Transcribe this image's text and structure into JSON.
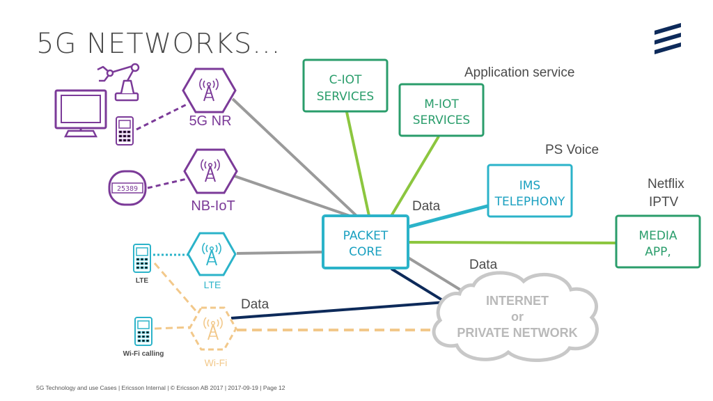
{
  "title": "5G NETWORKS...",
  "footer": "5G Technology and use Cases  |  Ericsson Internal  |  © Ericsson AB 2017  |  2017-09-19  |  Page 12",
  "colors": {
    "purple": "#7b3a98",
    "green": "#2a9d6b",
    "lime": "#8cc63f",
    "teal": "#2bb3c9",
    "navy": "#0d2a5a",
    "gray": "#9a9a9a",
    "wifi": "#f2c88a",
    "cloud": "#c8c8c8"
  },
  "nodes": {
    "nr": {
      "label": "5G NR",
      "icon": "antenna-icon"
    },
    "nbiot": {
      "label": "NB-IoT",
      "icon": "antenna-icon",
      "meter_digits": "25389"
    },
    "lte": {
      "label": "LTE",
      "device_label": "LTE",
      "icon": "antenna-icon"
    },
    "wifi": {
      "label": "Wi-Fi",
      "device_label": "Wi-Fi calling",
      "icon": "antenna-icon"
    }
  },
  "boxes": {
    "ciot": {
      "line1": "C-IOT",
      "line2": "SERVICES"
    },
    "miot": {
      "line1": "M-IOT",
      "line2": "SERVICES"
    },
    "ims": {
      "line1": "IMS",
      "line2": "TELEPHONY"
    },
    "media": {
      "line1": "MEDIA",
      "line2": "APP,"
    },
    "core": {
      "line1": "PACKET",
      "line2": "CORE"
    }
  },
  "cloud": {
    "line1": "INTERNET",
    "line2": "or",
    "line3": "PRIVATE NETWORK"
  },
  "labels": {
    "app_service": "Application service",
    "ps_voice": "PS Voice",
    "netflix": "Netflix",
    "iptv": "IPTV",
    "data_ims": "Data",
    "data_cloud": "Data",
    "data_wifi": "Data"
  }
}
